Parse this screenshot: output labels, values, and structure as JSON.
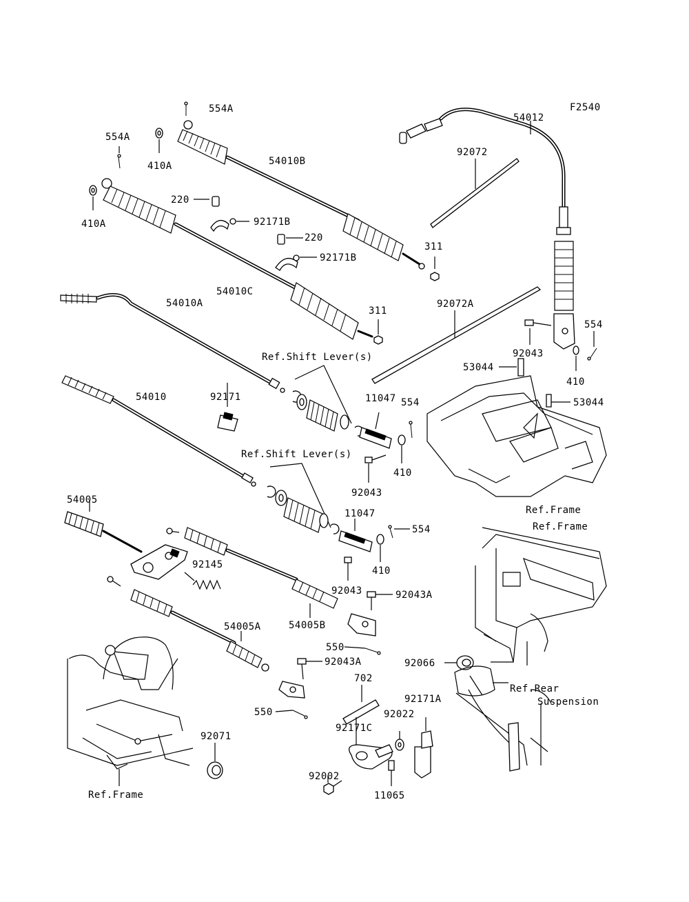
{
  "diagram": {
    "code": "F2540",
    "labels": [
      "554A",
      "554A",
      "410A",
      "410A",
      "54010B",
      "220",
      "92171B",
      "220",
      "92171B",
      "54012",
      "92072",
      "311",
      "54010C",
      "311",
      "92072A",
      "54010A",
      "554",
      "92043",
      "410",
      "53044",
      "53044",
      "Ref.Shift Lever(s)",
      "11047",
      "554",
      "54010",
      "92171",
      "410",
      "92043",
      "Ref.Shift Lever(s)",
      "11047",
      "554",
      "Ref.Frame",
      "Ref.Frame",
      "54005",
      "410",
      "92145",
      "92043",
      "92043A",
      "54005B",
      "54005A",
      "550",
      "92043A",
      "92066",
      "702",
      "92171A",
      "Ref.Rear",
      "Suspension",
      "550",
      "92022",
      "92171C",
      "92071",
      "92002",
      "11065",
      "Ref.Frame"
    ]
  }
}
